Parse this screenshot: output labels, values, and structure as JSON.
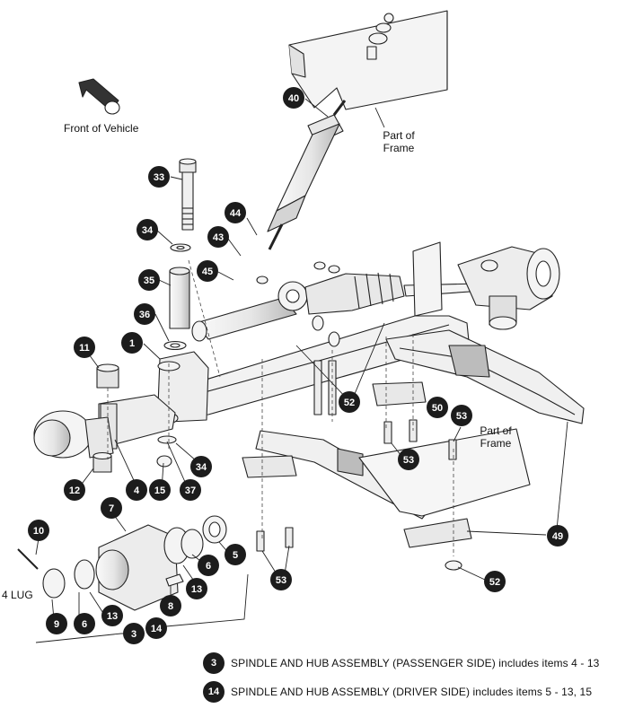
{
  "labels": {
    "front_of_vehicle": "Front of Vehicle",
    "part_of_frame": "Part of Frame",
    "four_lug": "4 LUG"
  },
  "callouts": [
    "40",
    "33",
    "34",
    "35",
    "36",
    "44",
    "43",
    "45",
    "11",
    "1",
    "12",
    "4",
    "15",
    "37",
    "52",
    "50",
    "53",
    "49",
    "7",
    "10",
    "6",
    "13",
    "5",
    "8",
    "9",
    "3",
    "14"
  ],
  "notes": [
    {
      "number": "3",
      "text": "SPINDLE AND HUB ASSEMBLY (PASSENGER SIDE) includes items 4 - 13"
    },
    {
      "number": "14",
      "text": "SPINDLE AND HUB ASSEMBLY (DRIVER SIDE) includes items 5 - 13, 15"
    }
  ],
  "colors": {
    "line": "#222222",
    "callout_fill": "#1c1c1c",
    "callout_text": "#ffffff",
    "part_fill": "#f4f4f4",
    "shade": "#d8d8d8"
  }
}
